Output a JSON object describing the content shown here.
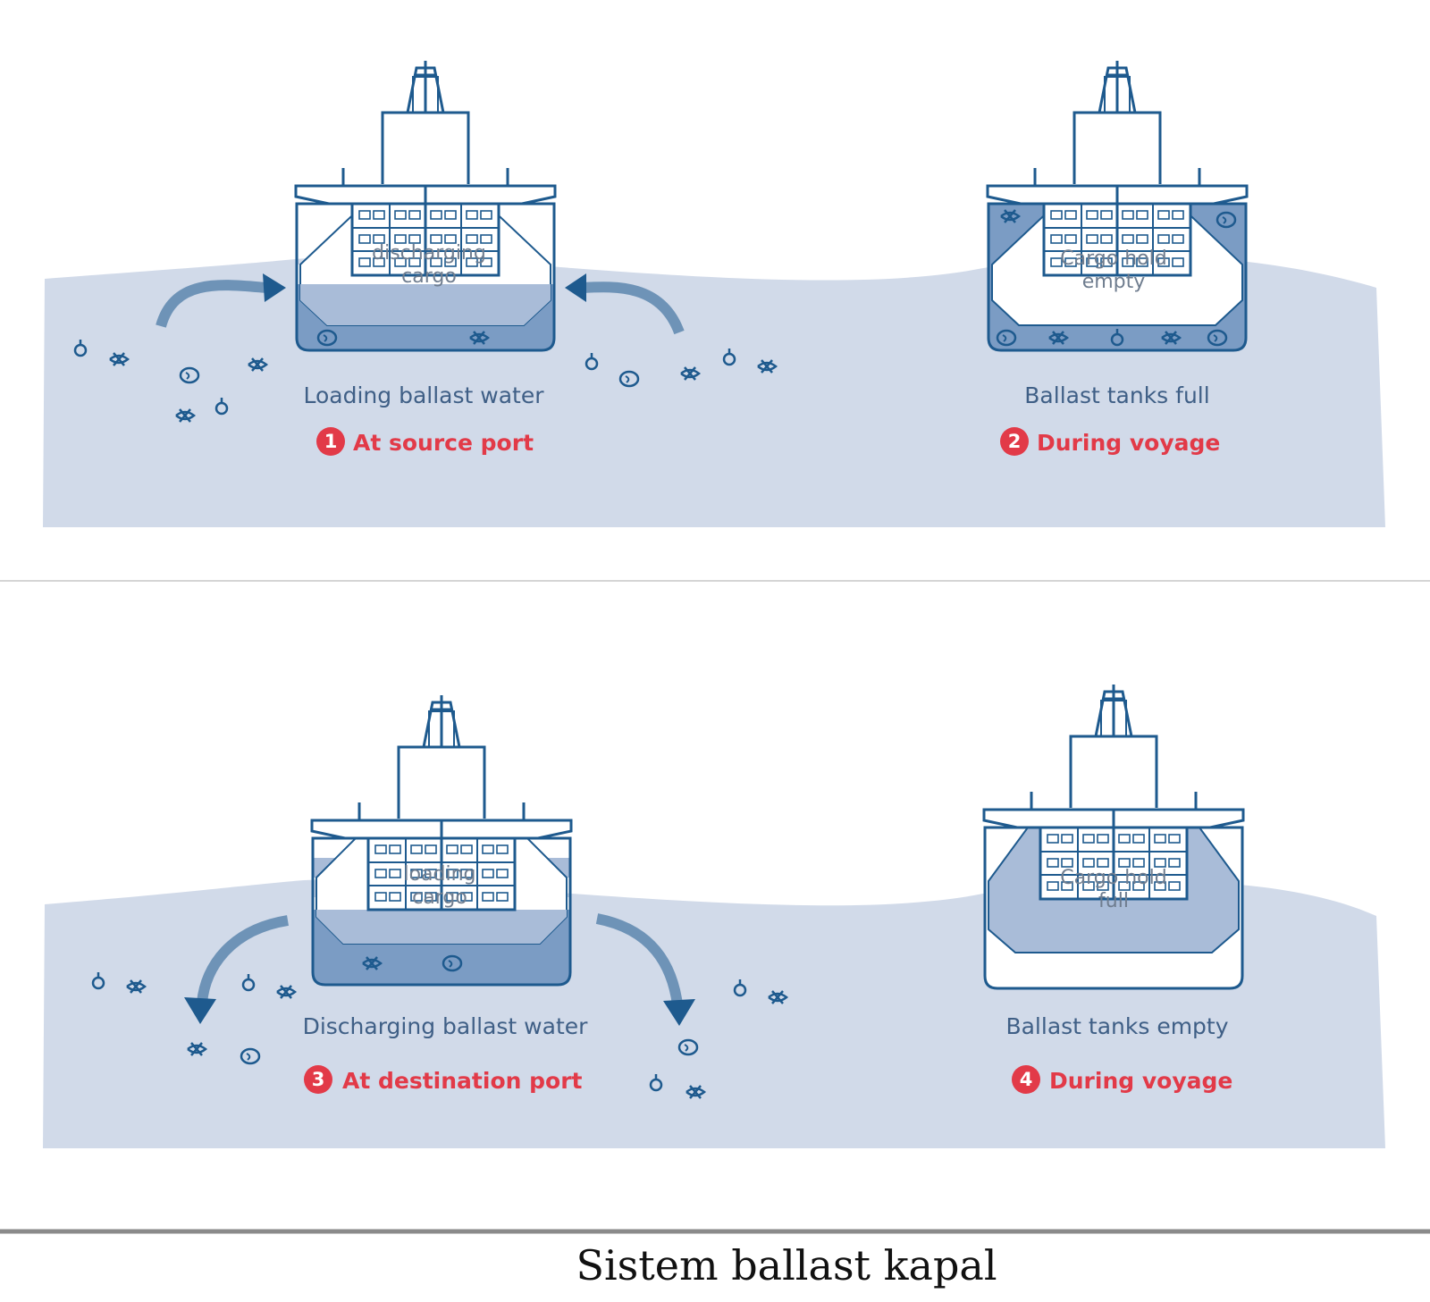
{
  "colors": {
    "ship_line": "#1e5a8e",
    "water": "#c5d1e4",
    "ballast_fill": "#7b9cc4",
    "cargo_fill": "#a9bcd8",
    "step_red": "#e23a48",
    "label_blue": "#3f5f86"
  },
  "panels": [
    {
      "inner_label_line1": "discharging",
      "inner_label_line2": "cargo",
      "ship_label": "Loading ballast water",
      "step_number": "1",
      "step_label": "At source port"
    },
    {
      "inner_label_line1": "Cargo hold",
      "inner_label_line2": "empty",
      "ship_label": "Ballast tanks full",
      "step_number": "2",
      "step_label": "During voyage"
    },
    {
      "inner_label_line1": "loading",
      "inner_label_line2": "cargo",
      "ship_label": "Discharging ballast water",
      "step_number": "3",
      "step_label": "At destination port"
    },
    {
      "inner_label_line1": "Cargo hold",
      "inner_label_line2": "full",
      "ship_label": "Ballast tanks empty",
      "step_number": "4",
      "step_label": "During voyage"
    }
  ],
  "caption": "Sistem ballast kapal"
}
